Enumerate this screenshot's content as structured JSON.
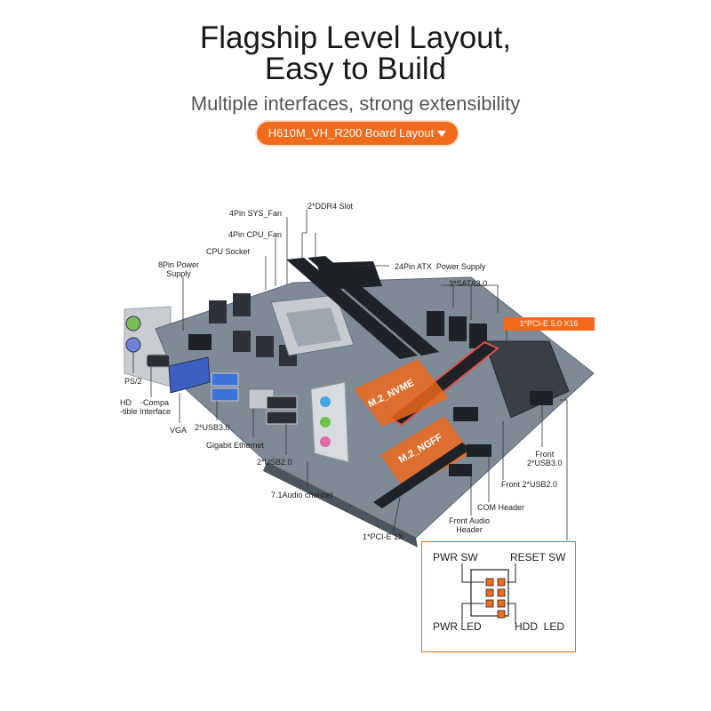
{
  "heading": {
    "line1": "Flagship Level Layout,",
    "line2": "Easy to Build",
    "subtitle": "Multiple interfaces, strong extensibility",
    "pill": "H610M_VH_R200  Board Layout"
  },
  "labels": {
    "sys_fan": "4Pin SYS_Fan",
    "ddr4": "2*DDR4 Slot",
    "cpu_fan": "4Pin CPU_Fan",
    "cpu_socket": "CPU Socket",
    "power8": "8Pin Power\nSupply",
    "atx24": "24Pin ATX  Power Supply",
    "sata": "3*SATA3.0",
    "pcie16": "1*PCI-E 5.0 X16",
    "ps2": "PS/2",
    "hdmi": "HD    -Compa\n-tible Interface",
    "vga": "VGA",
    "usb30": "2*USB3.0",
    "gigabit": "Gigabit Ethernet",
    "usb20": "2*USB2.0",
    "audio": "7.1Audio channel",
    "pcie1": "1*PCI-E 1X",
    "front_audio": "Front Audio\nHeader",
    "com": "COM Header",
    "front_usb20": "Front 2*USB2.0",
    "front_usb30": "Front\n2*USB3.0",
    "m2_nvme": "M.2_NVME",
    "m2_ngff": "M.2_NGFF"
  },
  "panel": {
    "pwr_sw": "PWR SW",
    "reset_sw": "RESET SW",
    "pwr_led": "PWR LED",
    "hdd_led": "HDD  LED"
  },
  "colors": {
    "accent": "#f26a1b",
    "board": "#7f8a97",
    "dark": "#1e2125"
  }
}
